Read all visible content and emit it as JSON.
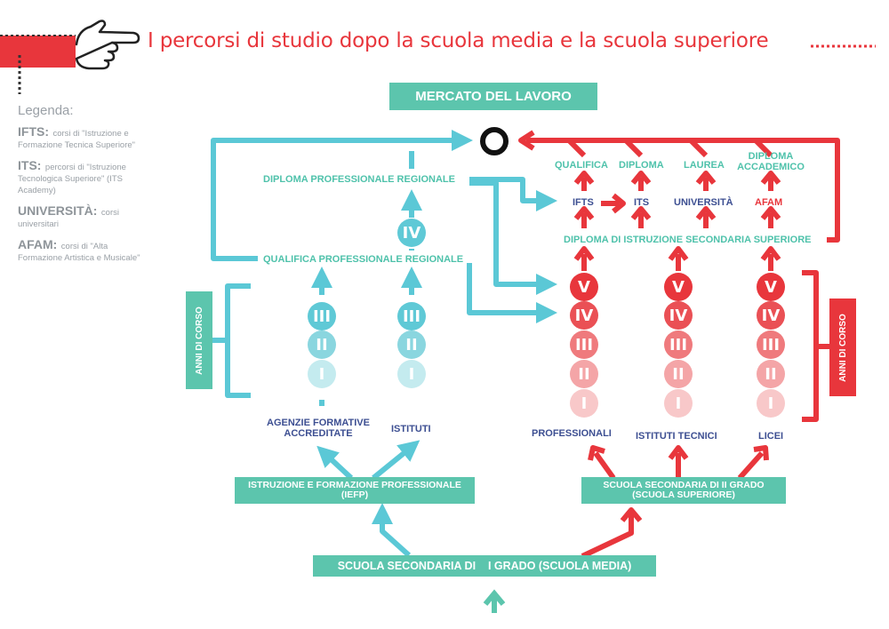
{
  "header": {
    "title": "I percorsi di studio dopo la scuola media e la scuola superiore"
  },
  "legend": {
    "title": "Legenda:",
    "items": [
      {
        "term": "IFTS:",
        "desc": "corsi di \"Istruzione e Formazione Tecnica Superiore\""
      },
      {
        "term": "ITS:",
        "desc": "percorsi di \"Istruzione Tecnologica Superiore\" (ITS Academy)"
      },
      {
        "term": "UNIVERSITÀ:",
        "desc": "corsi universitari"
      },
      {
        "term": "AFAM:",
        "desc": "corsi di \"Alta Formazione Artistica e Musicale\""
      }
    ]
  },
  "diagram": {
    "mercato": "MERCATO DEL LAVORO",
    "diploma_prof_reg": "DIPLOMA PROFESSIONALE REGIONALE",
    "qualifica_prof_reg": "QUALIFICA PROFESSIONALE REGIONALE",
    "anni_di_corso": "ANNI DI CORSO",
    "agenzie": "AGENZIE FORMATIVE ACCREDITATE",
    "istituti": "ISTITUTI",
    "iefp": "ISTRUZIONE E FORMAZIONE PROFESSIONALE (IEFP)",
    "scuola_media": "SCUOLA SECONDARIA DI    I GRADO (SCUOLA MEDIA)",
    "scuola_superiore": "SCUOLA SECONDARIA DI II GRADO (SCUOLA SUPERIORE)",
    "professionali": "PROFESSIONALI",
    "istituti_tecnici": "ISTITUTI TECNICI",
    "licei": "LICEI",
    "diploma_sec_sup": "DIPLOMA DI ISTRUZIONE SECONDARIA SUPERIORE",
    "post_courses": [
      "IFTS",
      "ITS",
      "UNIVERSITÀ",
      "AFAM"
    ],
    "outcomes": [
      "QUALIFICA",
      "DIPLOMA",
      "LAUREA",
      "DIPLOMA ACCADEMICO"
    ],
    "years": [
      "I",
      "II",
      "III",
      "IV",
      "V"
    ]
  },
  "colors": {
    "teal": "#5cc5ad",
    "cyan": "#5bc8d6",
    "red": "#e8363c",
    "navy": "#3d4f92"
  }
}
